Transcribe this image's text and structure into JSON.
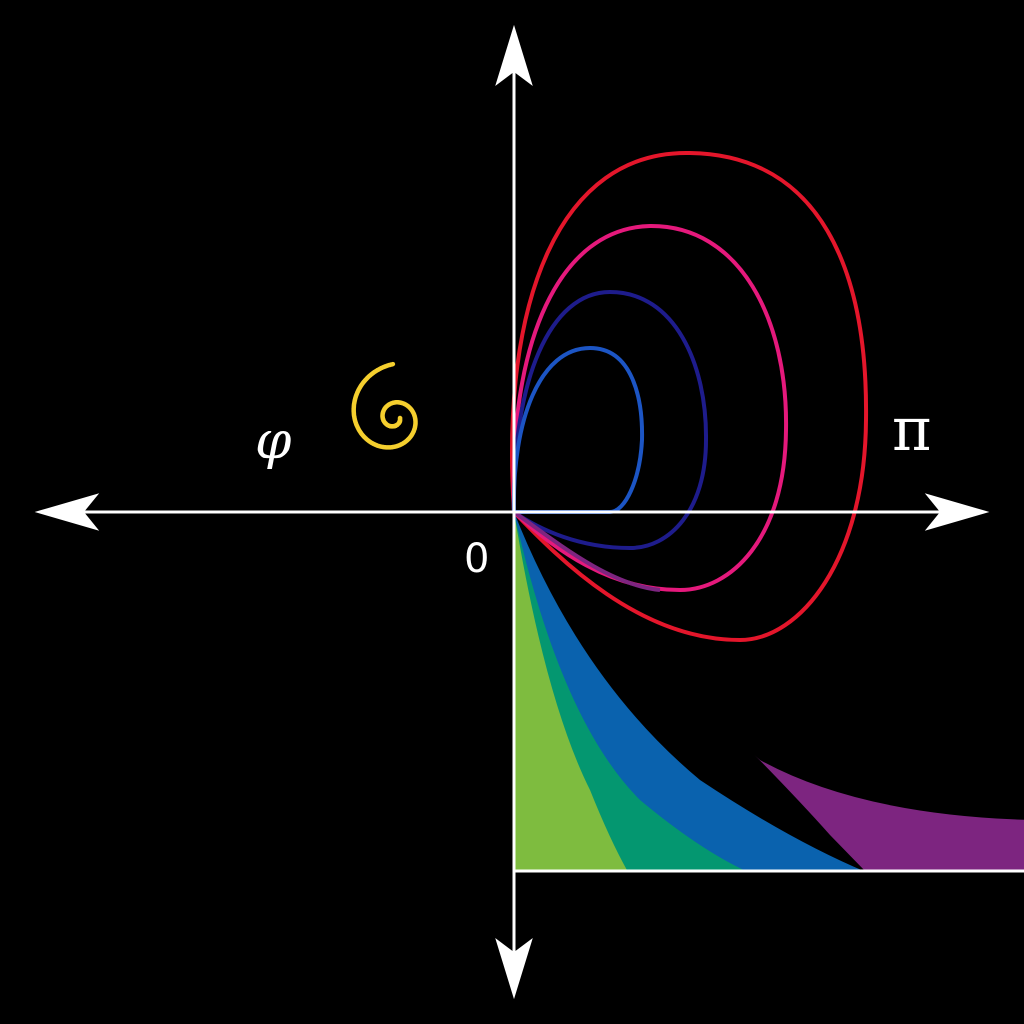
{
  "labels": {
    "phi": "φ",
    "pi": "π",
    "origin": "0"
  },
  "colors": {
    "background": "#000000",
    "axes": "#ffffff",
    "golden_spiral": "#f5cf2e",
    "loop_red": "#e4162b",
    "loop_pink": "#e5197c",
    "loop_indigo": "#1e1c8c",
    "loop_blue": "#1c55c4",
    "band_green_light": "#7ebc3f",
    "band_green": "#049770",
    "band_blue": "#0a62ae",
    "band_purple": "#7d2580"
  }
}
